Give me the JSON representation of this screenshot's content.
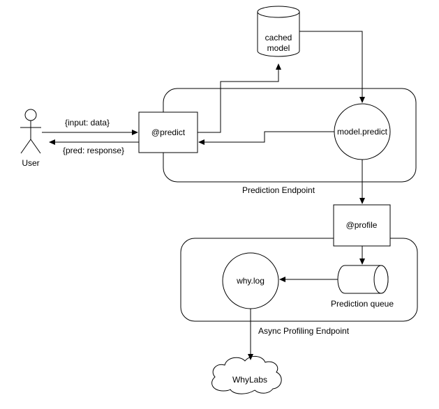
{
  "nodes": {
    "cached_model": "cached model",
    "cached_model_line1": "cached",
    "cached_model_line2": "model",
    "predict_decorator": "@predict",
    "model_predict": "model.predict",
    "profile_decorator": "@profile",
    "why_log": "why.log",
    "prediction_queue": "Prediction queue",
    "whylabs": "WhyLabs",
    "user": "User"
  },
  "groups": {
    "prediction_endpoint": "Prediction Endpoint",
    "async_profiling_endpoint": "Async Profiling Endpoint"
  },
  "edges": {
    "user_to_predict": "{input: data}",
    "predict_to_user": "{pred: response}"
  }
}
